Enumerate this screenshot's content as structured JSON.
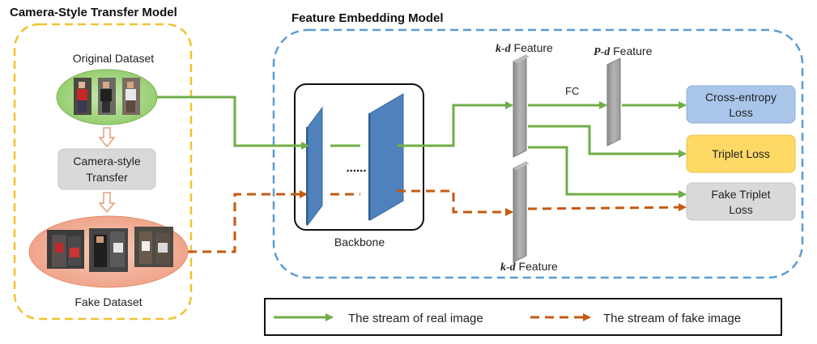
{
  "camera_model": {
    "title": "Camera-Style Transfer Model",
    "original_dataset_label": "Original Dataset",
    "transfer_line1": "Camera-style",
    "transfer_line2": "Transfer",
    "fake_dataset_label": "Fake Dataset"
  },
  "feature_model": {
    "title": "Feature Embedding Model",
    "backbone_label": "Backbone",
    "backbone_dots": "......",
    "kd_prefix": "k-d",
    "kd_suffix": " Feature",
    "pd_prefix": "P-d",
    "pd_suffix": " Feature",
    "fc_label": "FC"
  },
  "losses": {
    "ce_line1": "Cross-entropy",
    "ce_line2": "Loss",
    "triplet": "Triplet Loss",
    "fake_triplet_line1": "Fake Triplet",
    "fake_triplet_line2": "Loss"
  },
  "legend": {
    "real": "The stream of real image",
    "fake": "The stream of fake image"
  },
  "colors": {
    "real_stream": "#70ad47",
    "fake_stream": "#c55a11",
    "camera_border": "#f2c12e",
    "feature_border": "#5b9bd5",
    "ce_box": "#a9c6ea",
    "triplet_box": "#ffd966",
    "fake_triplet_box": "#d9d9d9"
  }
}
